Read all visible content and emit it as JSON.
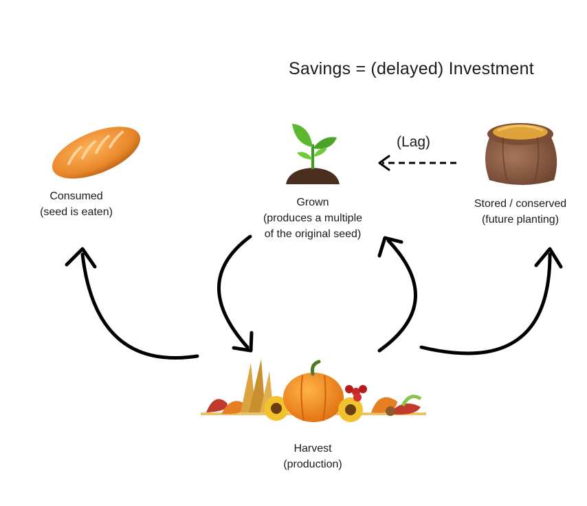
{
  "title": "Savings = (delayed) Investment",
  "lag_label": "(Lag)",
  "nodes": {
    "consumed": {
      "line1": "Consumed",
      "line2": "(seed is eaten)",
      "icon": "bread-icon"
    },
    "grown": {
      "line1": "Grown",
      "line2": "(produces a multiple",
      "line3": "of the original seed)",
      "icon": "sprout-icon"
    },
    "stored": {
      "line1": "Stored / conserved",
      "line2": "(future planting)",
      "icon": "grain-sack-icon"
    },
    "harvest": {
      "line1": "Harvest",
      "line2": "(production)",
      "icon": "harvest-icon"
    }
  },
  "colors": {
    "arrow": "#000000",
    "bread": "#e8872a",
    "sack": "#8a5a3c",
    "grain": "#e0a23a",
    "leaf": "#5cb82e",
    "soil": "#4a2e1e",
    "pumpkin": "#f28a1c"
  }
}
